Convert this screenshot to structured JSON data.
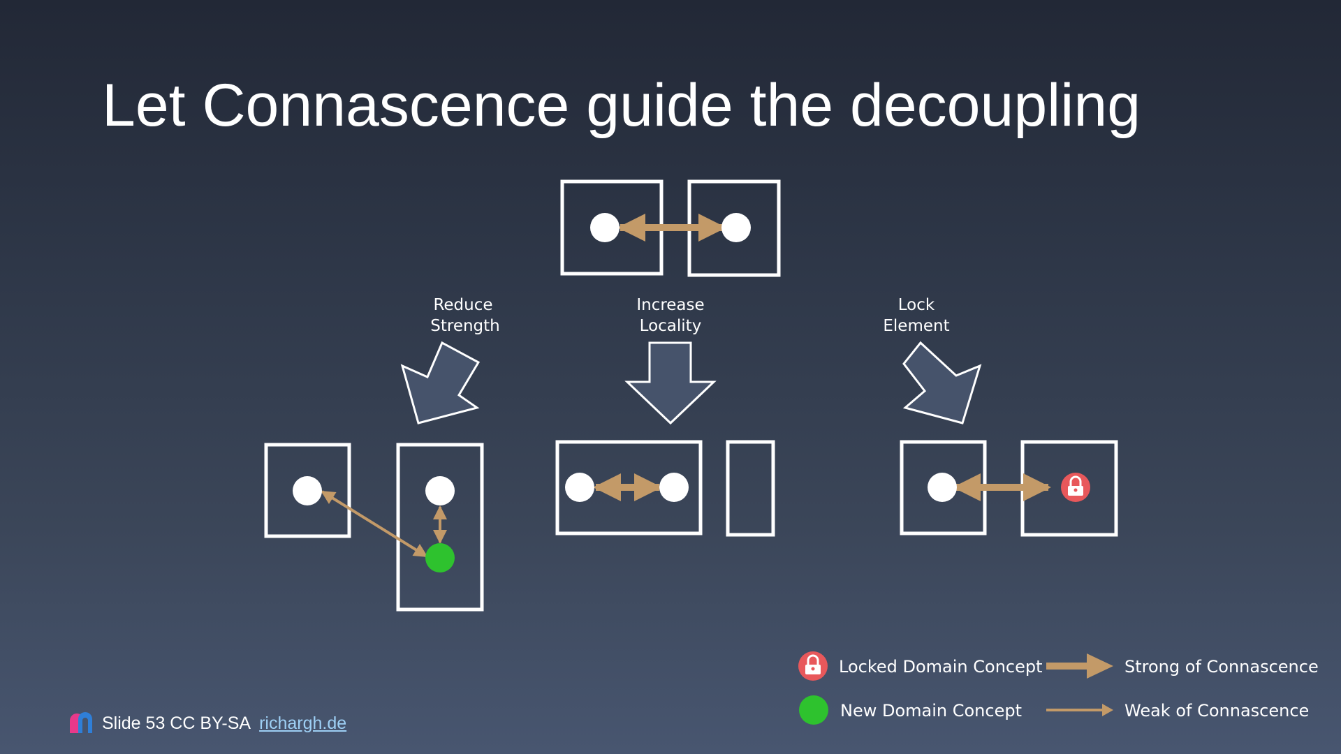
{
  "slide": {
    "title": "Let Connascence guide the decoupling"
  },
  "transforms": [
    {
      "line1": "Reduce",
      "line2": "Strength"
    },
    {
      "line1": "Increase",
      "line2": "Locality"
    },
    {
      "line1": "Lock",
      "line2": "Element"
    }
  ],
  "legend": {
    "locked": "Locked Domain Concept",
    "new": "New Domain Concept",
    "strong": "Strong of Connascence",
    "weak": "Weak of Connascence"
  },
  "footer": {
    "text": "Slide 53 CC BY-SA",
    "link": "richargh.de"
  },
  "colors": {
    "connascence_arrow": "#c39a68",
    "new_concept": "#2ec22e",
    "locked_concept": "#e8585b",
    "transform_arrow_fill": "#46536b",
    "box_stroke": "#ffffff"
  },
  "icons": {
    "locked": "lock-icon",
    "new": "green-dot-icon",
    "logo": "logo-icon"
  }
}
